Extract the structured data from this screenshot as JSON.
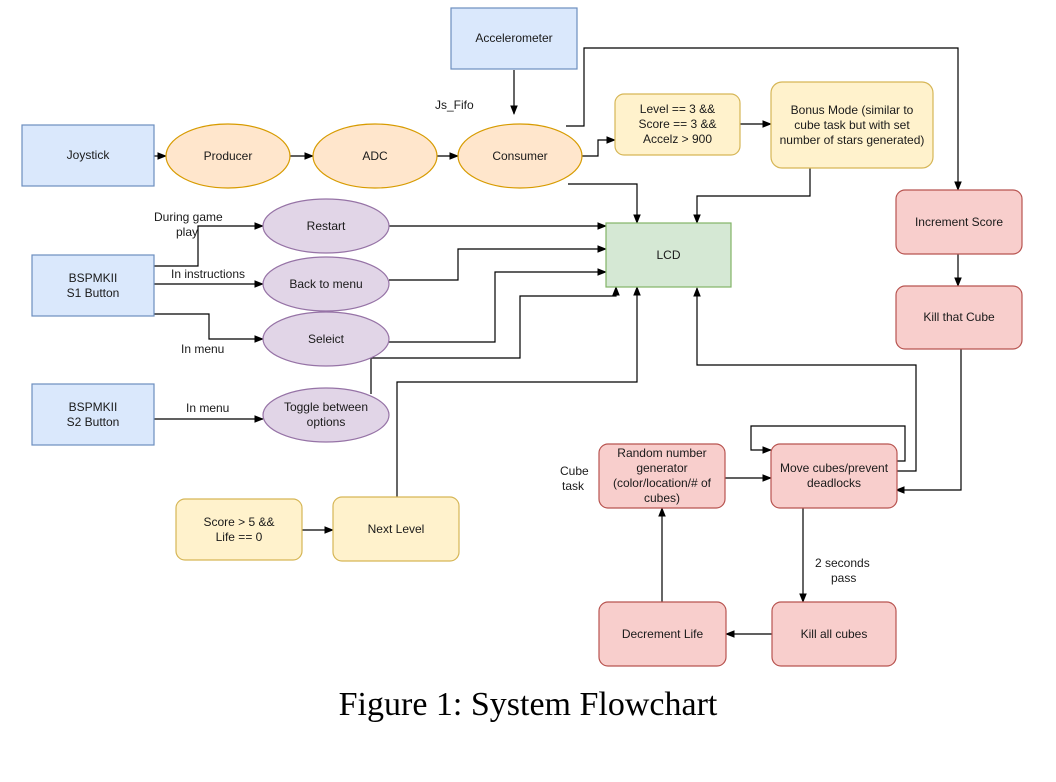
{
  "caption": "Figure 1: System Flowchart",
  "colors": {
    "blue_fill": "#dae8fc",
    "blue_stroke": "#6c8ebf",
    "orange_fill": "#ffe6cc",
    "orange_stroke": "#d79b00",
    "purple_fill": "#e1d5e7",
    "purple_stroke": "#9673a6",
    "yellow_fill": "#fff2cc",
    "yellow_stroke": "#d6b656",
    "green_fill": "#d5e8d4",
    "green_stroke": "#82b366",
    "red_fill": "#f8cecc",
    "red_stroke": "#b85450"
  },
  "nodes": {
    "accelerometer": "Accelerometer",
    "joystick": "Joystick",
    "producer": "Producer",
    "adc": "ADC",
    "consumer": "Consumer",
    "level_cond": "Level == 3 &&\nScore == 3 &&\nAccelz > 900",
    "bonus_mode": "Bonus Mode (similar to\ncube task but with set\nnumber of stars generated)",
    "increment_score": "Increment Score",
    "kill_that_cube": "Kill that Cube",
    "restart": "Restart",
    "back_to_menu": "Back to menu",
    "select": "Seleict",
    "toggle": "Toggle between\noptions",
    "lcd": "LCD",
    "s1_button": "BSPMKII\nS1 Button",
    "s2_button": "BSPMKII\nS2 Button",
    "score_cond": "Score > 5 &&\nLife == 0",
    "next_level": "Next Level",
    "random_gen": "Random number\ngenerator\n(color/location/# of\ncubes)",
    "move_cubes": "Move cubes/prevent\ndeadlocks",
    "decrement_life": "Decrement Life",
    "kill_all_cubes": "Kill all cubes"
  },
  "labels": {
    "js_fifo": "Js_Fifo",
    "during_game_1": "During game",
    "during_game_2": "play",
    "in_instructions": "In instructions",
    "in_menu_s1": "In menu",
    "in_menu_s2": "In menu",
    "cube_task_1": "Cube",
    "cube_task_2": "task",
    "two_seconds_1": "2 seconds",
    "two_seconds_2": "pass"
  }
}
